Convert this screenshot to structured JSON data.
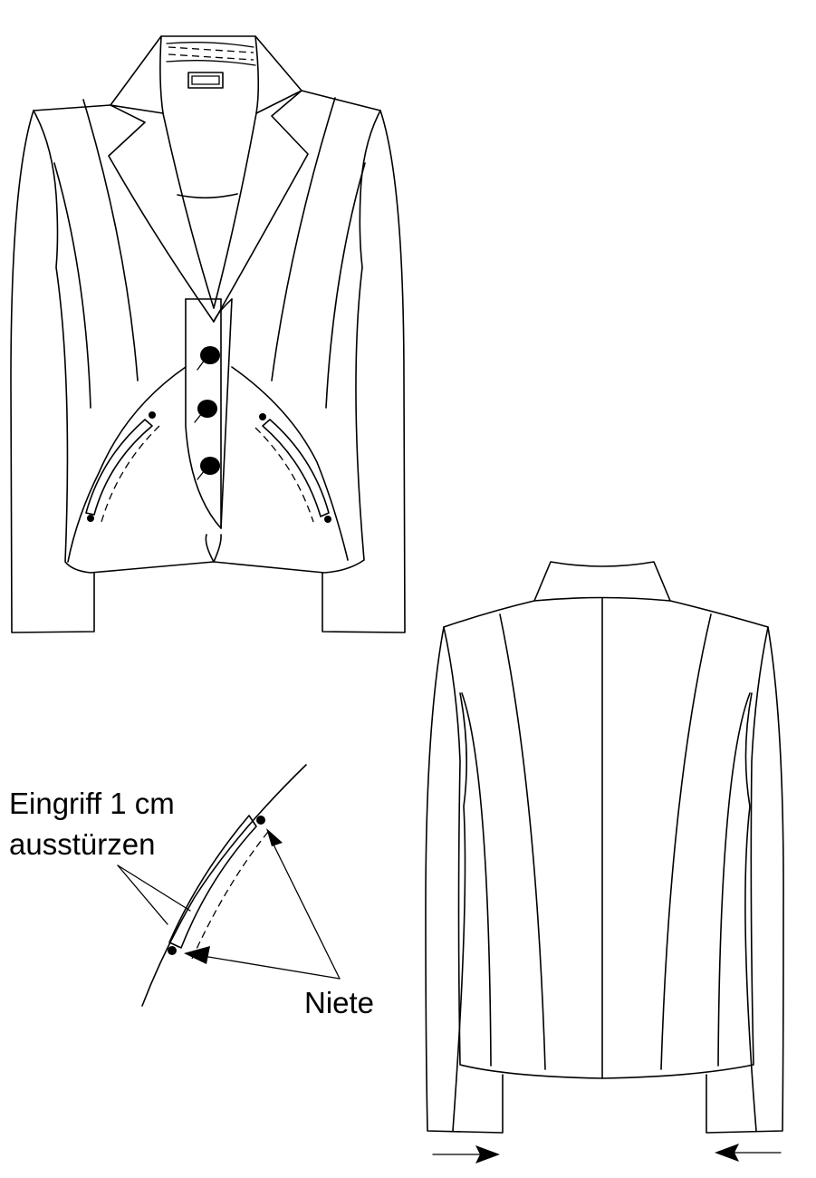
{
  "annotations": {
    "pocket_opening_line1": "Eingriff 1 cm",
    "pocket_opening_line2": "ausstürzen",
    "rivet": "Niete"
  }
}
